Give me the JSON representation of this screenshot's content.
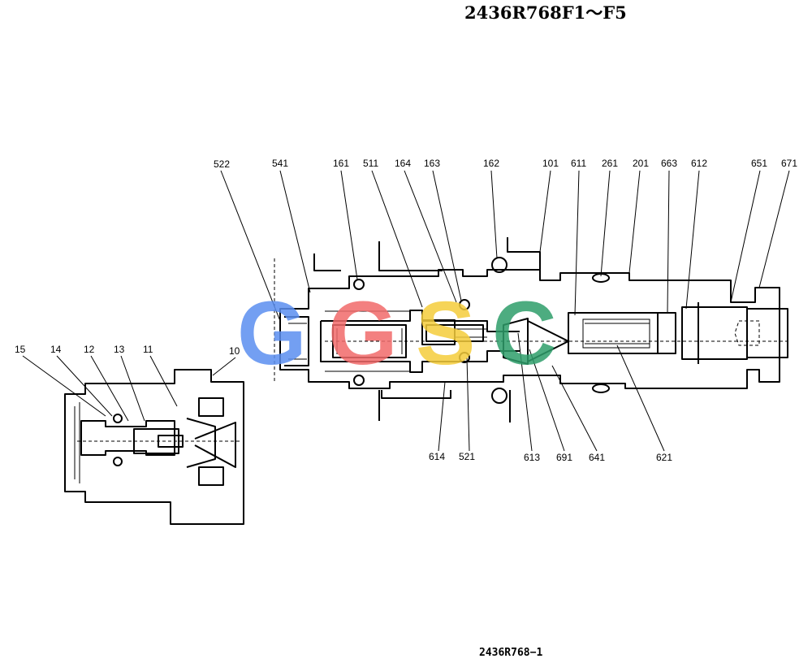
{
  "title": "2436R768F1～F5",
  "drawing_number": "2436R768−1",
  "watermark": {
    "letters": [
      {
        "char": "G",
        "color": "#5b8ff0"
      },
      {
        "char": "G",
        "color": "#f26b6b"
      },
      {
        "char": "S",
        "color": "#f5cd3c"
      },
      {
        "char": "C",
        "color": "#2f9e6b"
      }
    ]
  },
  "callouts": {
    "top": [
      "522",
      "541",
      "161",
      "511",
      "164",
      "163",
      "162",
      "101",
      "611",
      "261",
      "201",
      "663",
      "612",
      "651",
      "671"
    ],
    "bottom": [
      "614",
      "521",
      "613",
      "691",
      "641",
      "621"
    ],
    "left": [
      "15",
      "14",
      "12",
      "13",
      "11",
      "10"
    ]
  }
}
